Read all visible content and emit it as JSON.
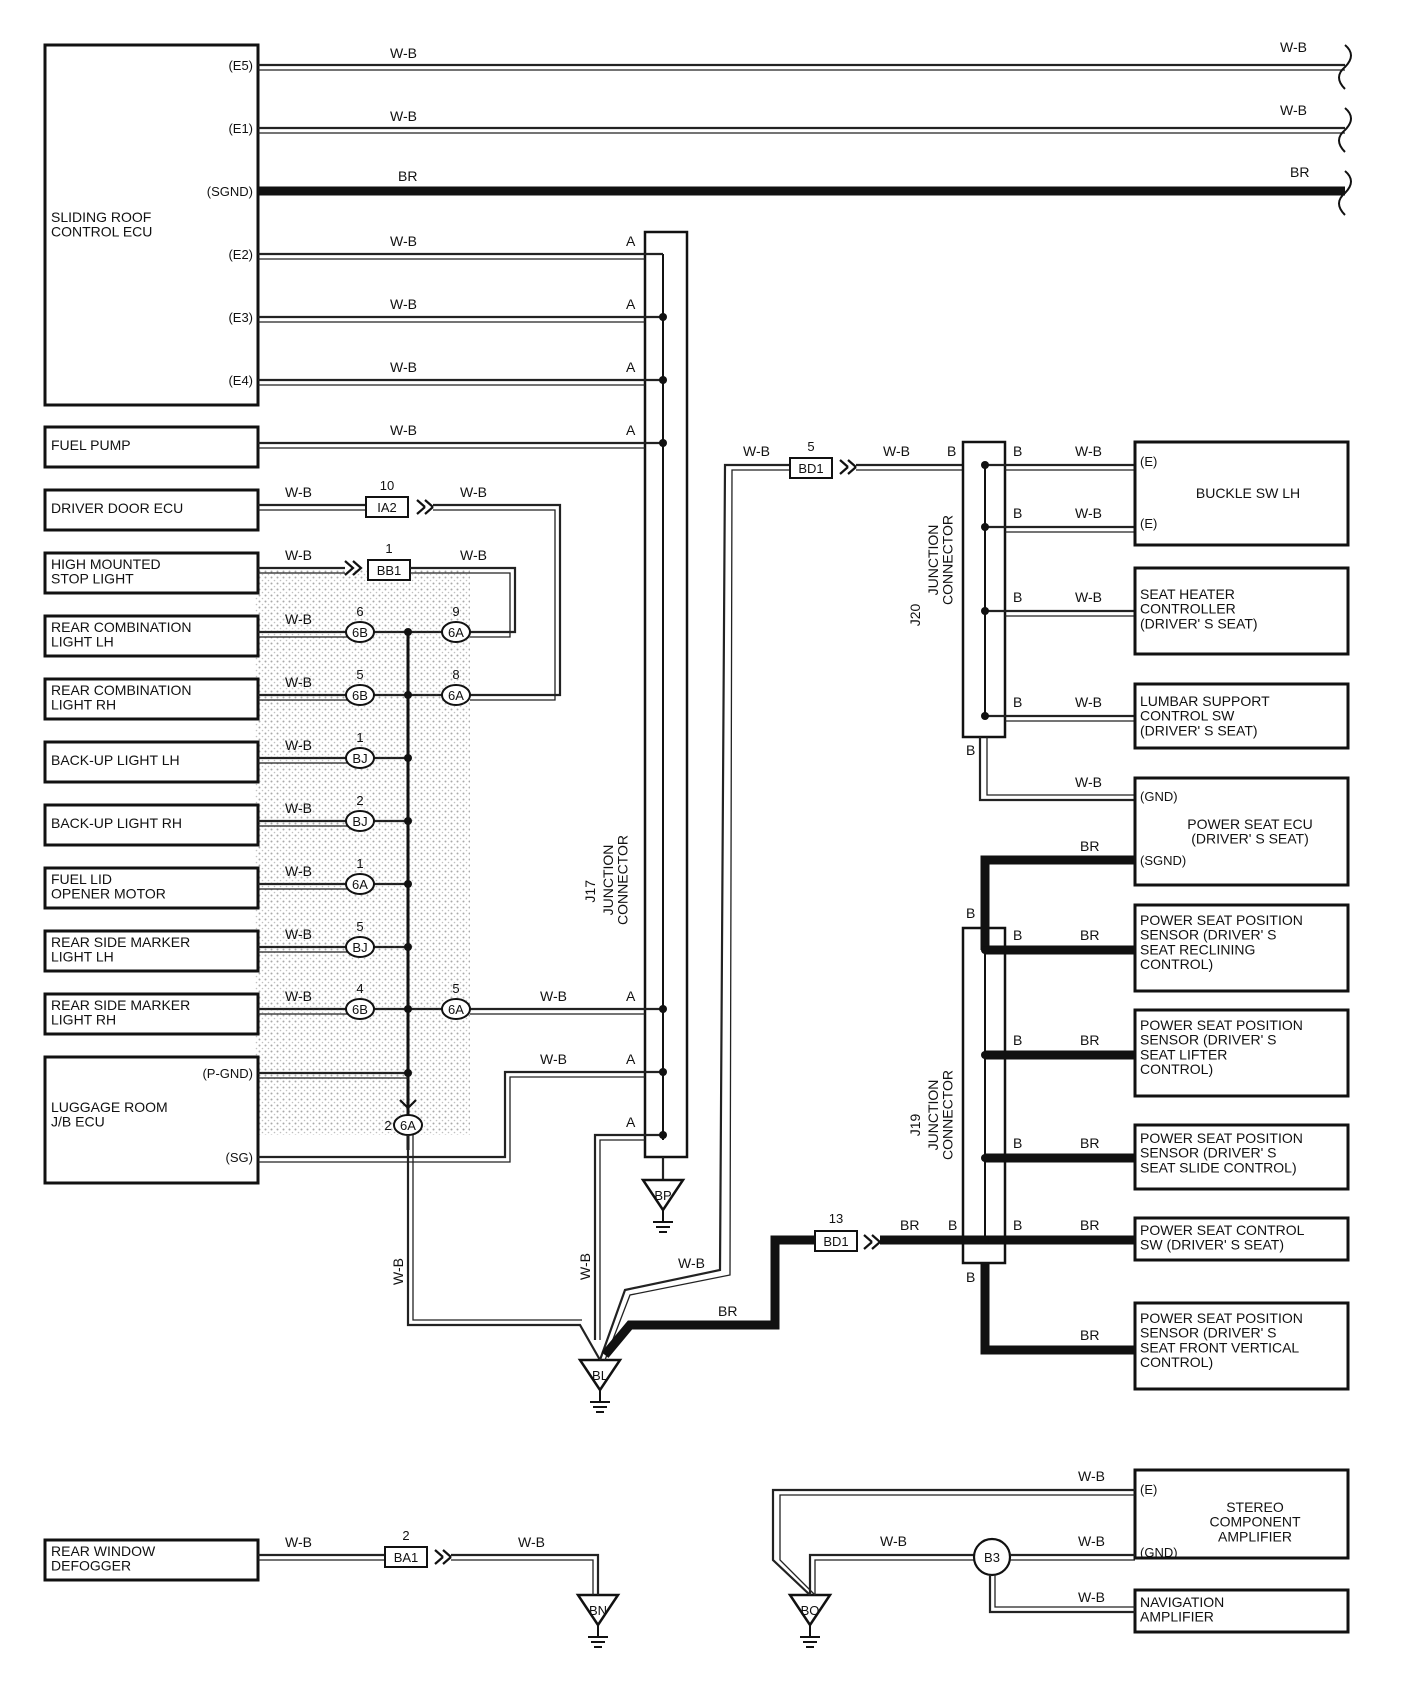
{
  "components": {
    "sliding_roof_ecu": "SLIDING ROOF\nCONTROL ECU",
    "fuel_pump": "FUEL PUMP",
    "driver_door_ecu": "DRIVER DOOR ECU",
    "high_mounted_stop": "HIGH MOUNTED\nSTOP LIGHT",
    "rear_combo_lh": "REAR COMBINATION\nLIGHT LH",
    "rear_combo_rh": "REAR COMBINATION\nLIGHT RH",
    "backup_lh": "BACK-UP LIGHT LH",
    "backup_rh": "BACK-UP LIGHT RH",
    "fuel_lid": "FUEL LID\nOPENER MOTOR",
    "side_marker_lh": "REAR SIDE MARKER\nLIGHT LH",
    "side_marker_rh": "REAR SIDE MARKER\nLIGHT RH",
    "luggage_ecu": "LUGGAGE ROOM\nJ/B ECU",
    "rear_defogger": "REAR WINDOW\nDEFOGGER",
    "buckle_sw": "BUCKLE SW LH",
    "seat_heater": "SEAT HEATER\nCONTROLLER\n(DRIVER' S SEAT)",
    "lumbar": "LUMBAR SUPPORT\nCONTROL SW\n(DRIVER' S SEAT)",
    "power_seat_ecu": "POWER SEAT ECU\n(DRIVER' S SEAT)",
    "pos_recline": "POWER SEAT POSITION\nSENSOR (DRIVER' S\nSEAT RECLINING\nCONTROL)",
    "pos_lifter": "POWER SEAT POSITION\nSENSOR (DRIVER' S\nSEAT LIFTER\nCONTROL)",
    "pos_slide": "POWER SEAT POSITION\nSENSOR (DRIVER' S\nSEAT SLIDE CONTROL)",
    "seat_control_sw": "POWER SEAT CONTROL\nSW (DRIVER' S SEAT)",
    "pos_front_vert": "POWER SEAT POSITION\nSENSOR (DRIVER' S\nSEAT FRONT VERTICAL\nCONTROL)",
    "stereo_amp": "STEREO\nCOMPONENT\nAMPLIFIER",
    "nav_amp": "NAVIGATION\nAMPLIFIER"
  },
  "pins": {
    "e5": "(E5)",
    "e1": "(E1)",
    "sgnd": "(SGND)",
    "e2": "(E2)",
    "e3": "(E3)",
    "e4": "(E4)",
    "pgnd": "(P-GND)",
    "sg": "(SG)",
    "e": "(E)",
    "gnd": "(GND)"
  },
  "wire_colors": {
    "wb": "W-B",
    "br": "BR"
  },
  "pin_letters": {
    "a": "A",
    "b": "B"
  },
  "junctions": {
    "j17_id": "J17",
    "j20_id": "J20",
    "j19_id": "J19",
    "junction_label": "JUNCTION\nCONNECTOR"
  },
  "connectors": {
    "ia2": "IA2",
    "bb1": "BB1",
    "bd1": "BD1",
    "ba1": "BA1",
    "6b": "6B",
    "6a": "6A",
    "bj": "BJ",
    "b3": "B3"
  },
  "pin_numbers": {
    "n10": "10",
    "n1": "1",
    "n6": "6",
    "n9": "9",
    "n5": "5",
    "n8": "8",
    "n2": "2",
    "n4": "4",
    "n13": "13"
  },
  "grounds": {
    "bp": "BP",
    "bl": "BL",
    "bn": "BN",
    "bo": "BO"
  }
}
